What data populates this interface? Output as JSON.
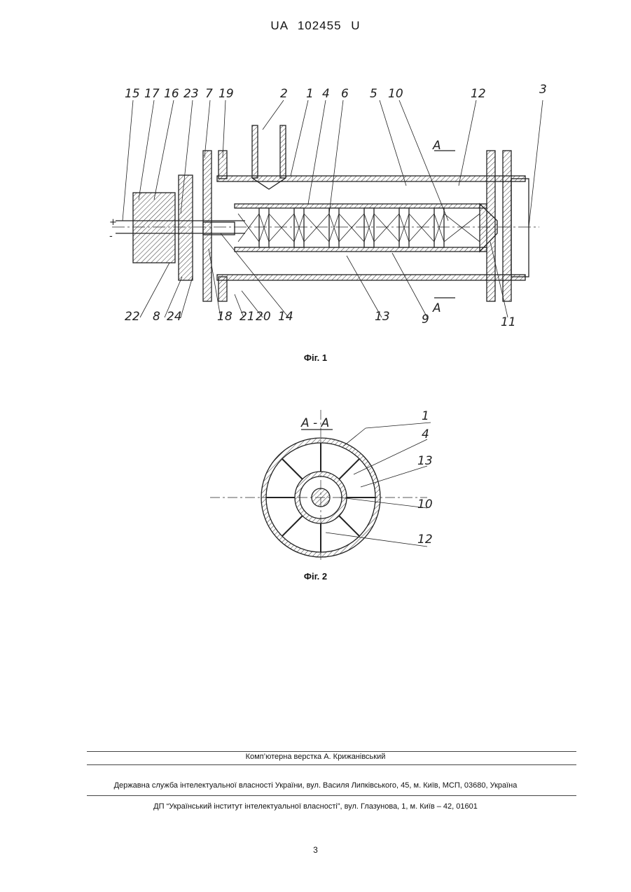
{
  "header": {
    "doc_code": "UA   102455   U"
  },
  "figure1": {
    "caption": "Фіг. 1",
    "labels_top": [
      "15",
      "17",
      "16",
      "23",
      "7",
      "19",
      "2",
      "1",
      "4",
      "6",
      "5",
      "10",
      "12",
      "3"
    ],
    "labels_bottom": [
      "22",
      "8",
      "24",
      "18",
      "21",
      "20",
      "14",
      "13",
      "9",
      "11"
    ],
    "section_mark": "A",
    "polarity_plus": "+",
    "polarity_minus": "-"
  },
  "figure2": {
    "caption": "Фіг. 2",
    "section_title": "A - A",
    "labels": [
      "1",
      "4",
      "13",
      "10",
      "12"
    ]
  },
  "footer": {
    "layout_credit": "Комп’ютерна верстка А. Крижанівський",
    "agency": "Державна служба інтелектуальної власності України, вул. Василя Липківського, 45, м. Київ, МСП, 03680, Україна",
    "institute": "ДП “Український інститут інтелектуальної власності”, вул. Глазунова, 1, м. Київ – 42, 01601"
  },
  "page_number": "3"
}
